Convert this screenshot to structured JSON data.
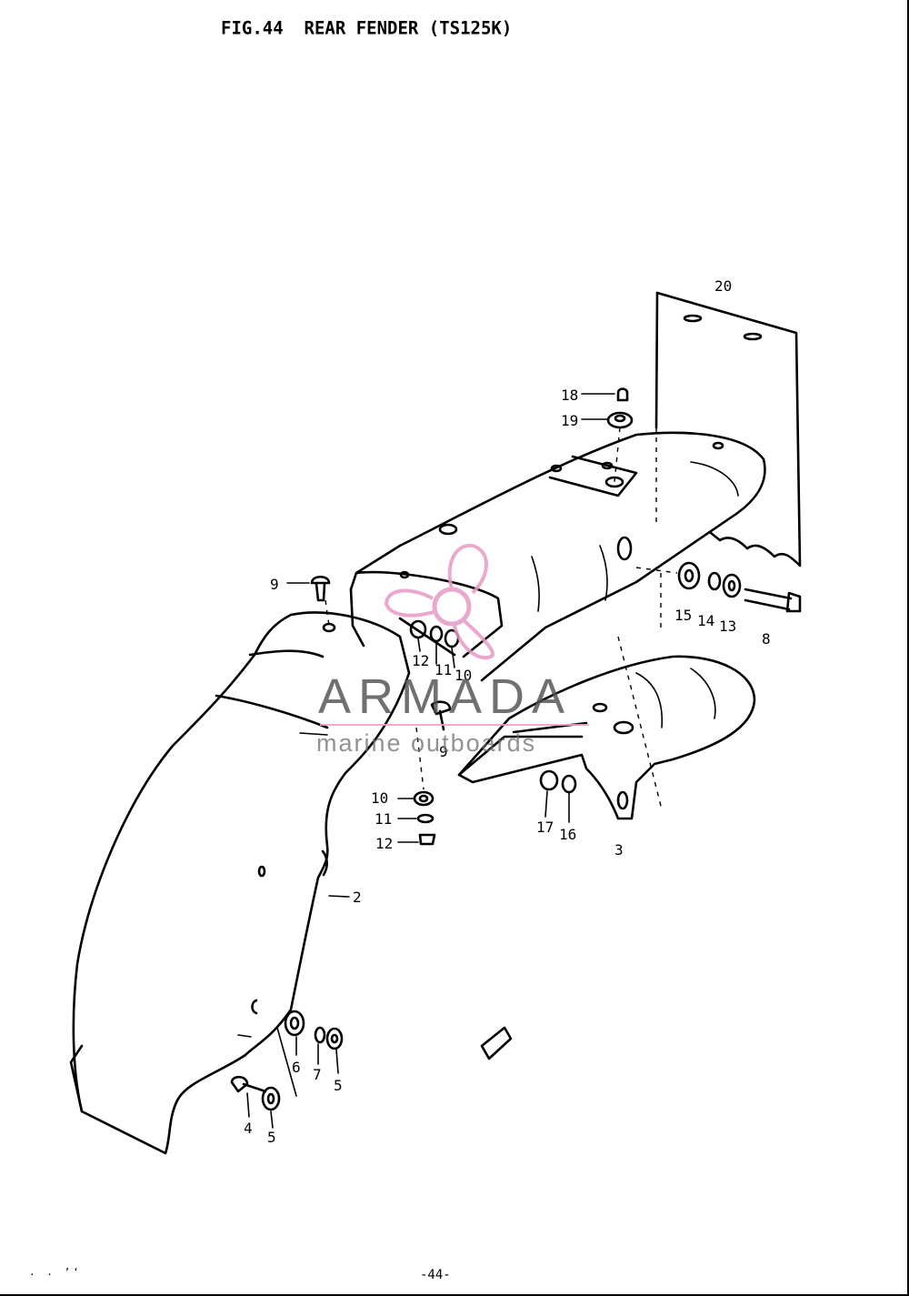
{
  "title": "FIG.44  REAR FENDER (TS125K)",
  "page_number": "-44-",
  "corner_mark": ". . ’‘",
  "watermark": {
    "brand": "ARMADA",
    "tagline": "marine outboards",
    "logo_icon": "propeller-icon",
    "colors": {
      "logo": "#e79ac6",
      "text": "#555555"
    }
  },
  "part_labels": [
    "20",
    "18",
    "19",
    "9",
    "12",
    "11",
    "10",
    "15",
    "14",
    "13",
    "8",
    "9",
    "10",
    "11",
    "12",
    "17",
    "16",
    "3",
    "2",
    "6",
    "7",
    "5",
    "4",
    "5"
  ]
}
